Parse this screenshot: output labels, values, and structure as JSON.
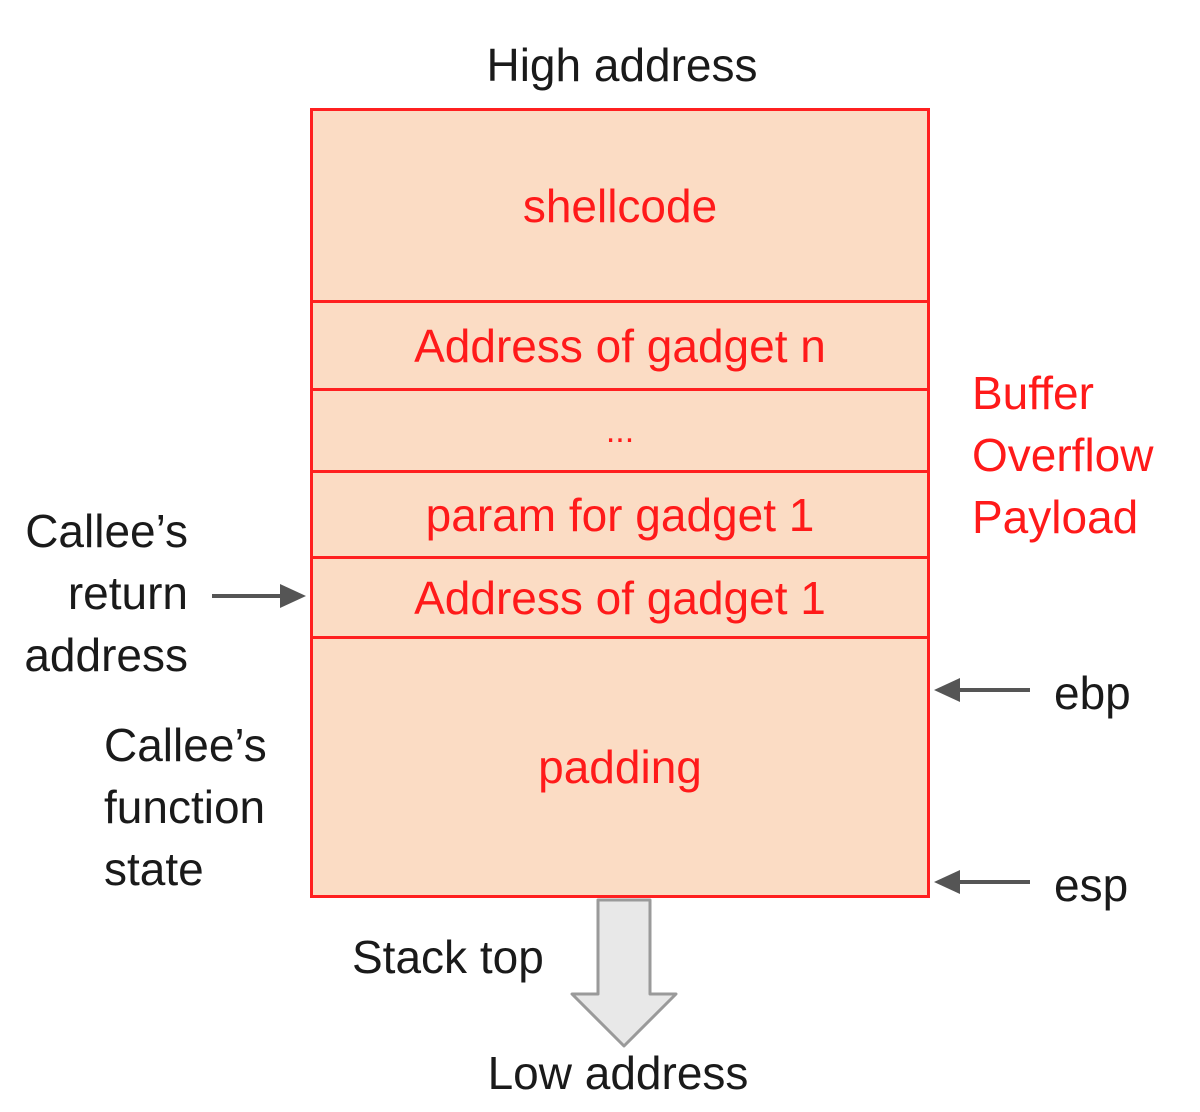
{
  "labels": {
    "high_address": "High address",
    "low_address": "Low address",
    "stack_top": "Stack top",
    "ebp": "ebp",
    "esp": "esp"
  },
  "cells": {
    "shellcode": "shellcode",
    "gadget_n": "Address of gadget n",
    "ellipsis": "...",
    "param_gadget_1": "param for gadget 1",
    "gadget_1": "Address of gadget 1",
    "padding": "padding"
  },
  "annotations": {
    "payload": [
      "Buffer",
      "Overflow",
      "Payload"
    ],
    "return_address": [
      "Callee’s",
      "return",
      "address"
    ],
    "function_state": [
      "Callee’s",
      "function",
      "state"
    ]
  },
  "colors": {
    "payload_text": "#ff1a1a",
    "cell_fill": "#fbdcc4",
    "cell_border": "#ff2020",
    "arrow": "#555555",
    "stack_top_arrow_fill": "#e8e8e8"
  }
}
